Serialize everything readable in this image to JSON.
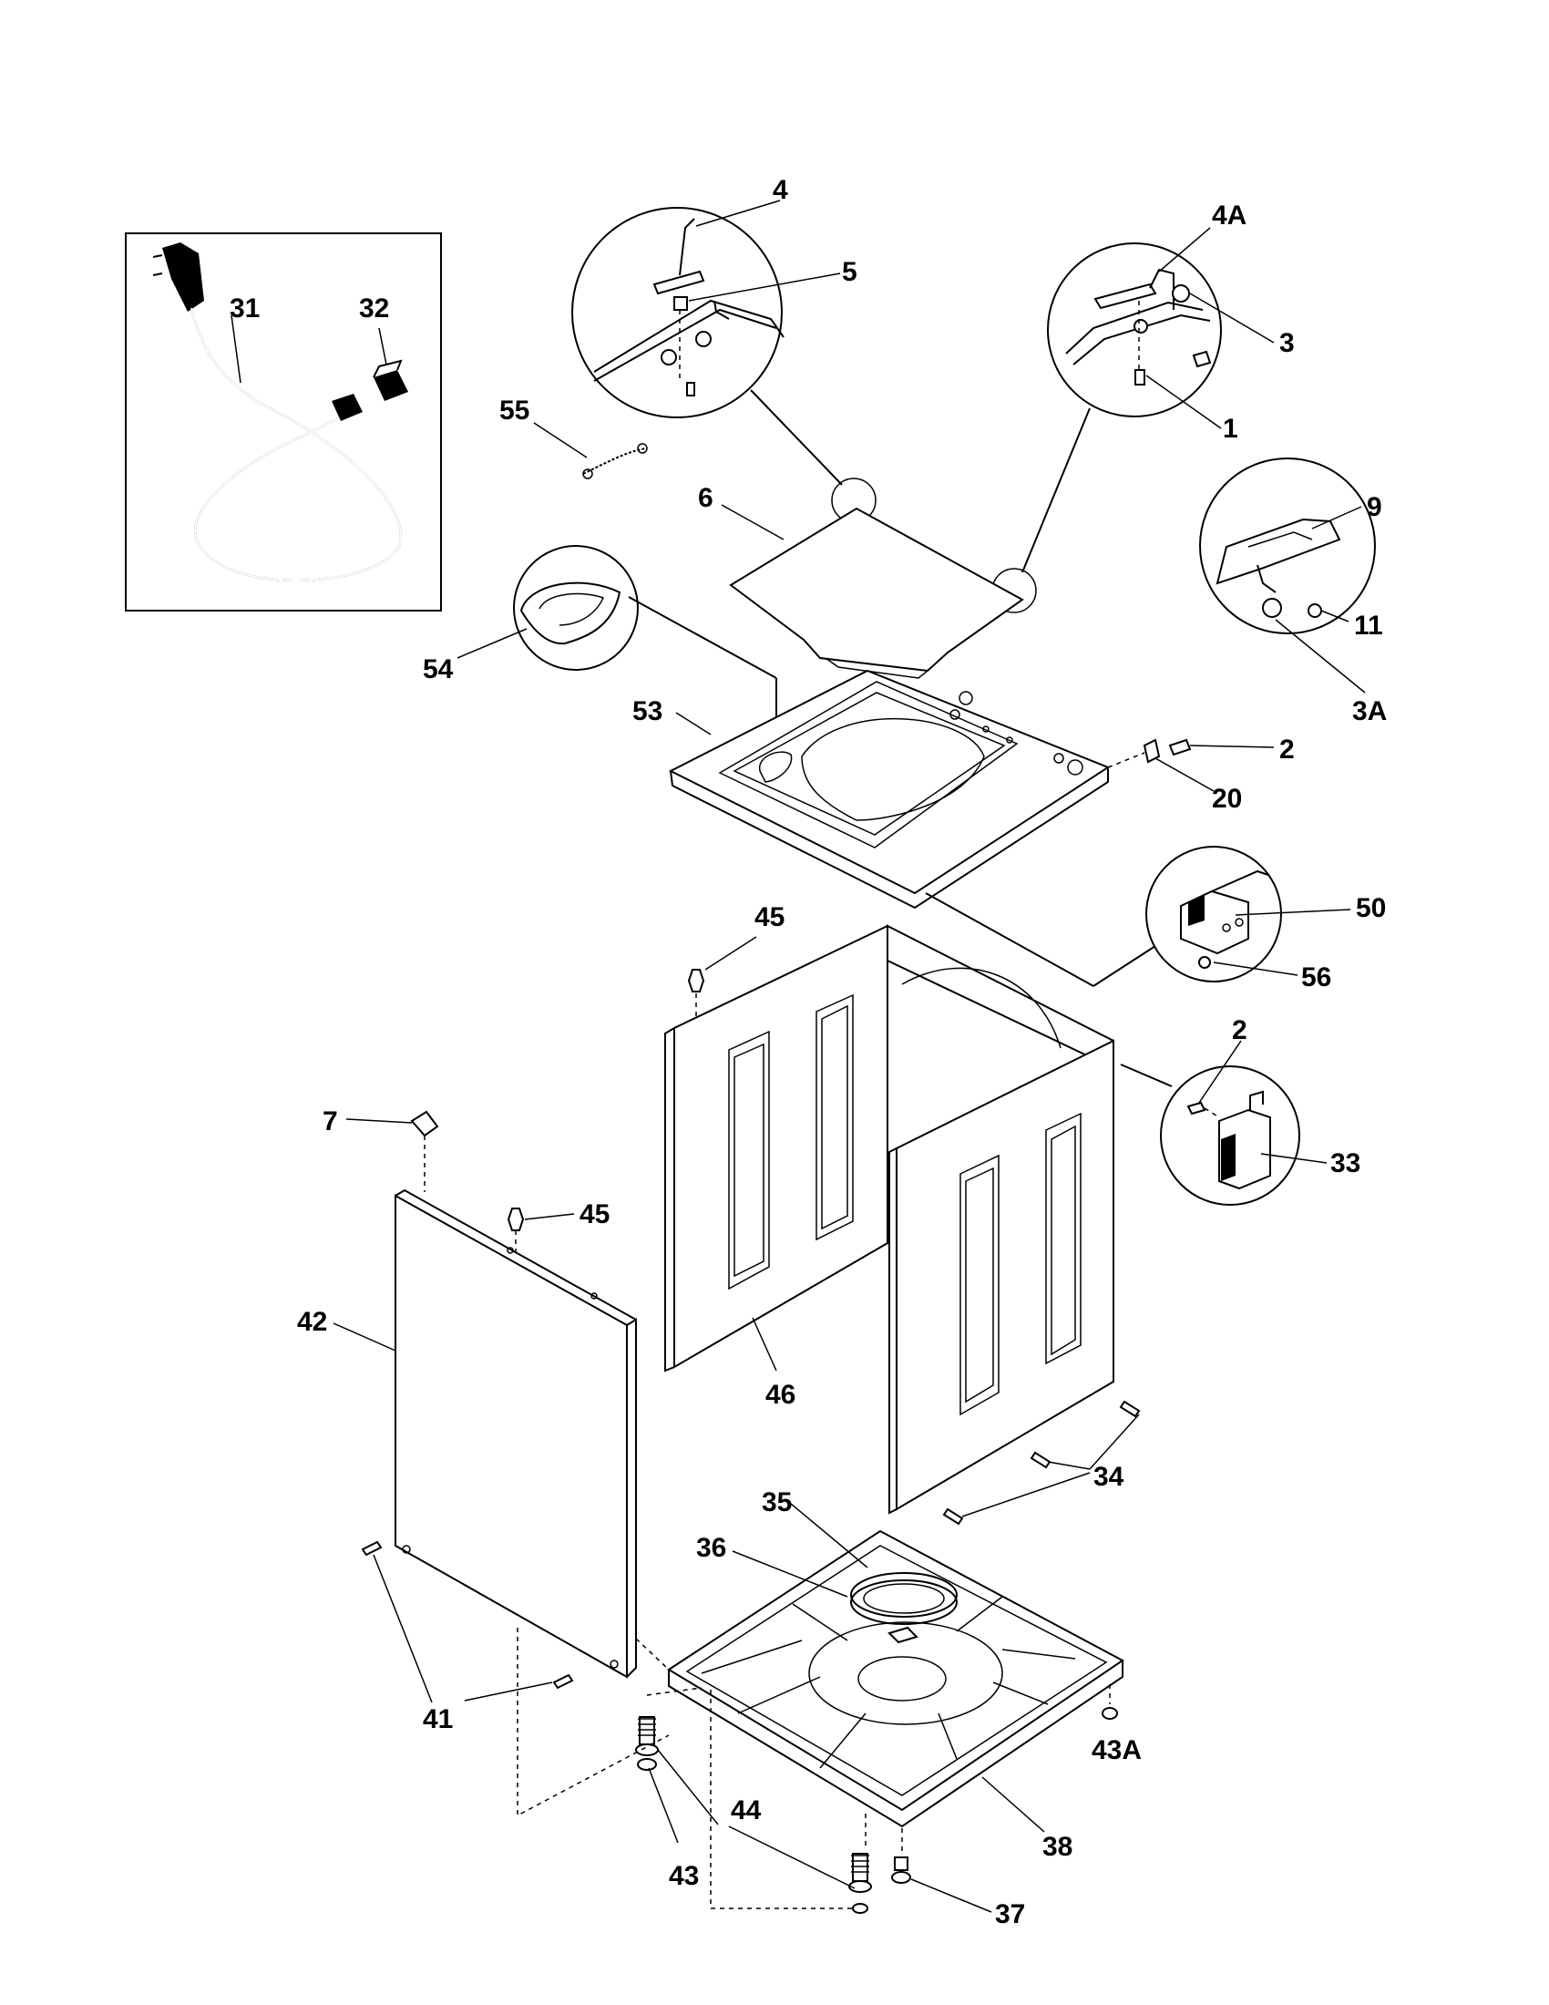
{
  "labels": {
    "p1": "1",
    "p2a": "2",
    "p2b": "2",
    "p3": "3",
    "p3A": "3A",
    "p4": "4",
    "p4A": "4A",
    "p5": "5",
    "p6": "6",
    "p7": "7",
    "p9": "9",
    "p11": "11",
    "p20": "20",
    "p31": "31",
    "p32": "32",
    "p33": "33",
    "p34": "34",
    "p35": "35",
    "p36": "36",
    "p37": "37",
    "p38": "38",
    "p41": "41",
    "p42": "42",
    "p43": "43",
    "p43A": "43A",
    "p44": "44",
    "p45a": "45",
    "p45b": "45",
    "p46": "46",
    "p50": "50",
    "p53": "53",
    "p54": "54",
    "p55": "55",
    "p56": "56"
  }
}
